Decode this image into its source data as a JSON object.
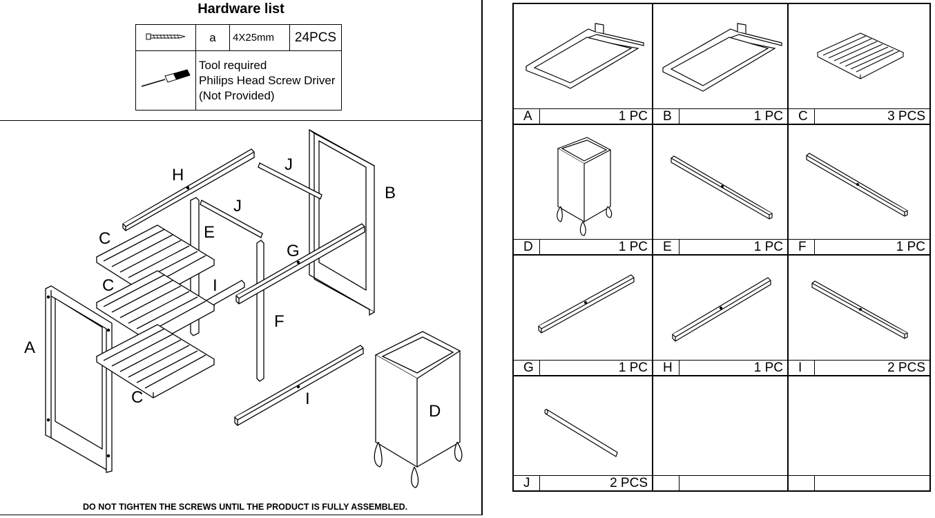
{
  "hardware": {
    "title": "Hardware list",
    "rows": [
      {
        "icon": "screw-icon",
        "code": "a",
        "spec": "4X25mm",
        "qty": "24PCS"
      },
      {
        "icon": "screwdriver-icon",
        "tool_lines": [
          "Tool required",
          "Philips Head Screw Driver",
          "(Not Provided)"
        ]
      }
    ]
  },
  "diagram": {
    "labels": {
      "A": "A",
      "B": "B",
      "C1": "C",
      "C2": "C",
      "C3": "C",
      "D": "D",
      "E": "E",
      "F": "F",
      "G": "G",
      "H": "H",
      "I1": "I",
      "I2": "I",
      "J1": "J",
      "J2": "J"
    }
  },
  "warning": "DO NOT TIGHTEN THE SCREWS UNTIL THE PRODUCT IS FULLY ASSEMBLED.",
  "parts": [
    {
      "letter": "A",
      "qty": "1 PC",
      "icon": "frame-a-icon"
    },
    {
      "letter": "B",
      "qty": "1 PC",
      "icon": "frame-b-icon"
    },
    {
      "letter": "C",
      "qty": "3 PCS",
      "icon": "slat-shelf-icon"
    },
    {
      "letter": "D",
      "qty": "1 PC",
      "icon": "hamper-bag-icon"
    },
    {
      "letter": "E",
      "qty": "1 PC",
      "icon": "post-e-icon"
    },
    {
      "letter": "F",
      "qty": "1 PC",
      "icon": "post-f-icon"
    },
    {
      "letter": "G",
      "qty": "1 PC",
      "icon": "rail-g-icon"
    },
    {
      "letter": "H",
      "qty": "1 PC",
      "icon": "rail-h-icon"
    },
    {
      "letter": "I",
      "qty": "2 PCS",
      "icon": "rail-i-icon"
    },
    {
      "letter": "J",
      "qty": "2 PCS",
      "icon": "rod-j-icon"
    },
    {
      "letter": "",
      "qty": "",
      "icon": ""
    },
    {
      "letter": "",
      "qty": "",
      "icon": ""
    }
  ]
}
